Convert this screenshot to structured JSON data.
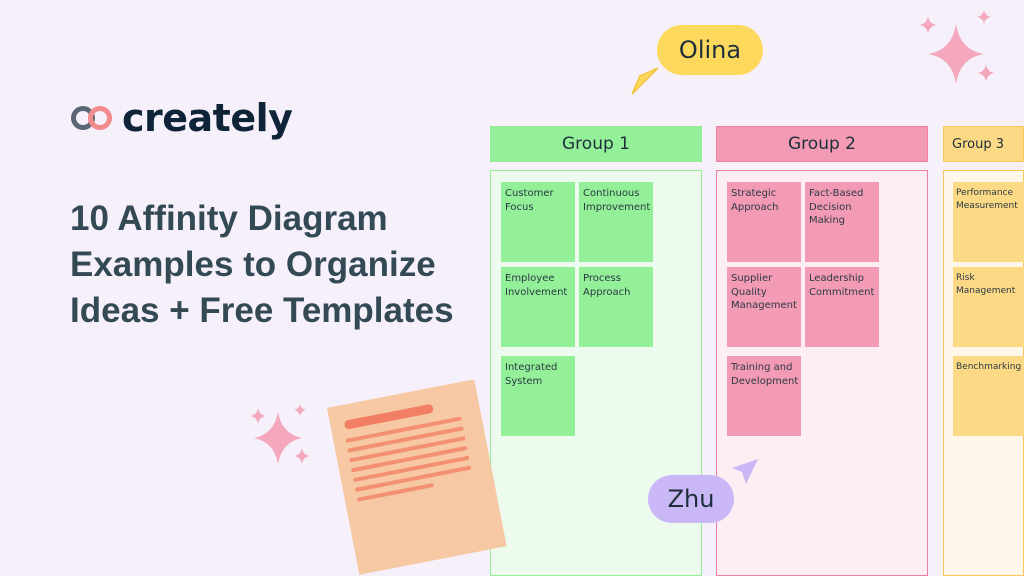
{
  "brand": {
    "name": "creately"
  },
  "headline": {
    "lines": [
      "10 Affinity Diagram",
      "Examples to Organize",
      "Ideas + Free Templates"
    ]
  },
  "colors": {
    "green": "#93ef98",
    "pink": "#f39ab5",
    "yellow": "#fbd985",
    "sparkle": "#f4a7bd"
  },
  "groups": [
    {
      "title": "Group 1",
      "notes": [
        "Customer Focus",
        "Continuous Improvement",
        "Employee Involvement",
        "Process Approach",
        "Integrated System"
      ]
    },
    {
      "title": "Group 2",
      "notes": [
        "Strategic Approach",
        "Fact-Based Decision Making",
        "Supplier Quality Management",
        "Leadership Commitment",
        "Training and Development"
      ]
    },
    {
      "title": "Group 3",
      "notes": [
        "Performance Measurement",
        "Risk Management",
        "Benchmarking"
      ]
    }
  ],
  "cursors": [
    {
      "name": "Olina",
      "color": "#fcd95c"
    },
    {
      "name": "Zhu",
      "color": "#c9b8f5"
    }
  ]
}
